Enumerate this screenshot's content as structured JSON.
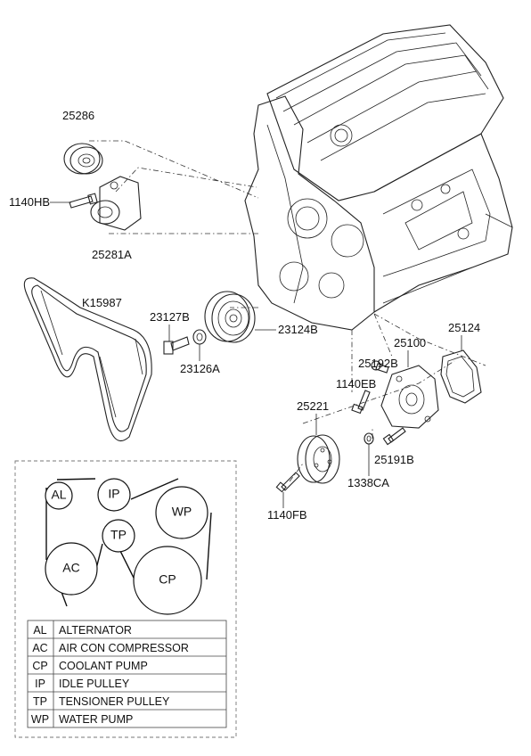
{
  "callouts": {
    "p25286": "25286",
    "p1140HB": "1140HB",
    "p25281A": "25281A",
    "pK15987": "K15987",
    "p23127B": "23127B",
    "p23124B": "23124B",
    "p23126A": "23126A",
    "p25124": "25124",
    "p25100": "25100",
    "p25192B": "25192B",
    "p1140EB": "1140EB",
    "p25221": "25221",
    "p25191B": "25191B",
    "p1338CA": "1338CA",
    "p1140FB": "1140FB"
  },
  "belt_diagram": {
    "circles": {
      "al": "AL",
      "ip": "IP",
      "wp": "WP",
      "tp": "TP",
      "ac": "AC",
      "cp": "CP"
    },
    "legend": [
      {
        "code": "AL",
        "name": "ALTERNATOR"
      },
      {
        "code": "AC",
        "name": "AIR CON COMPRESSOR"
      },
      {
        "code": "CP",
        "name": "COOLANT PUMP"
      },
      {
        "code": "IP",
        "name": "IDLE PULLEY"
      },
      {
        "code": "TP",
        "name": "TENSIONER PULLEY"
      },
      {
        "code": "WP",
        "name": "WATER PUMP"
      }
    ]
  }
}
